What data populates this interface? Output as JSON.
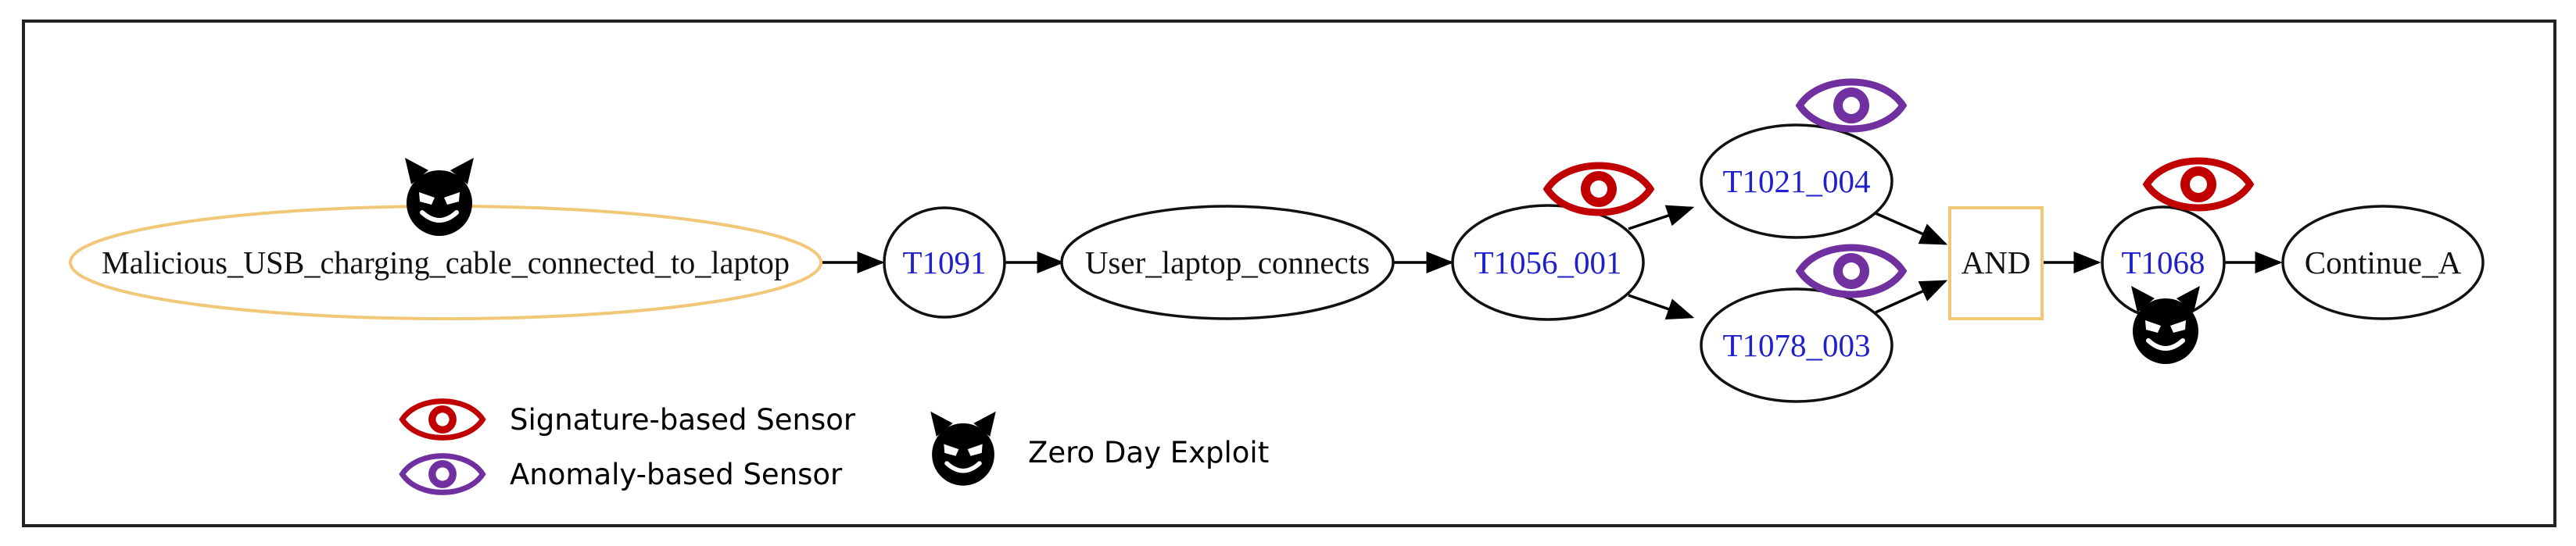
{
  "colors": {
    "signature_sensor": "#c00000",
    "anomaly_sensor": "#7030a0",
    "zero_day": "#000000",
    "start_node_border": "#f0c878",
    "and_node_border": "#f0c878",
    "technique_text": "#1f1fcc",
    "plain_text": "#111111"
  },
  "nodes": {
    "start": "Malicious_USB_charging_cable_connected_to_laptop",
    "t1091": "T1091",
    "user": "User_laptop_connects",
    "t1056": "T1056_001",
    "t1021": "T1021_004",
    "t1078": "T1078_003",
    "and": "AND",
    "t1068": "T1068",
    "cont": "Continue_A"
  },
  "edges": [
    {
      "from": "start",
      "to": "t1091"
    },
    {
      "from": "t1091",
      "to": "user"
    },
    {
      "from": "user",
      "to": "t1056"
    },
    {
      "from": "t1056",
      "to": "t1021"
    },
    {
      "from": "t1056",
      "to": "t1078"
    },
    {
      "from": "t1021",
      "to": "and"
    },
    {
      "from": "t1078",
      "to": "and"
    },
    {
      "from": "and",
      "to": "t1068"
    },
    {
      "from": "t1068",
      "to": "cont"
    }
  ],
  "markers": [
    {
      "type": "zero-day",
      "icon": "devil-icon",
      "node": "start"
    },
    {
      "type": "signature",
      "icon": "eye-icon",
      "node": "t1056"
    },
    {
      "type": "anomaly",
      "icon": "eye-icon",
      "node": "t1021"
    },
    {
      "type": "anomaly",
      "icon": "eye-icon",
      "node": "t1078"
    },
    {
      "type": "signature",
      "icon": "eye-icon",
      "node": "t1068"
    },
    {
      "type": "zero-day",
      "icon": "devil-icon",
      "node": "t1068"
    }
  ],
  "legend": {
    "signature": "Signature-based Sensor",
    "anomaly": "Anomaly-based Sensor",
    "zero_day": "Zero Day Exploit"
  }
}
